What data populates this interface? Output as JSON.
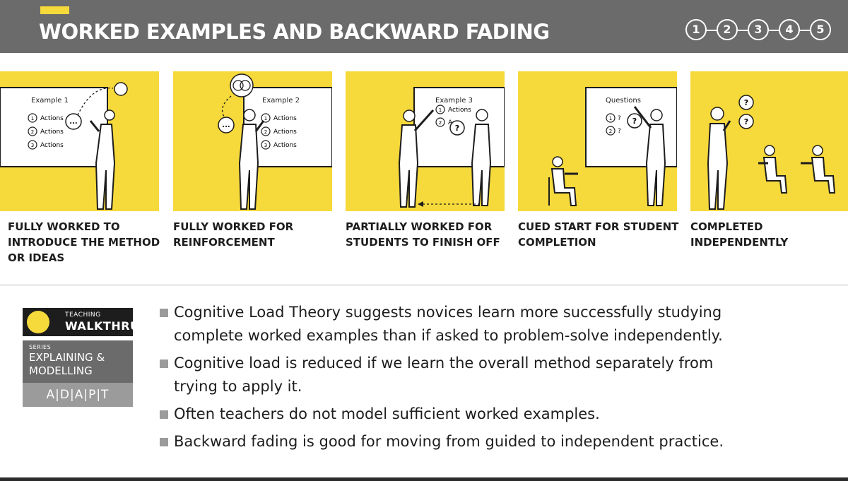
{
  "header": {
    "title": "WORKED EXAMPLES AND BACKWARD FADING",
    "steps": [
      "1",
      "2",
      "3",
      "4",
      "5"
    ]
  },
  "panels": [
    {
      "board_title": "Example 1",
      "board_items": [
        "Actions",
        "Actions",
        "Actions"
      ],
      "item_numbers": [
        "1",
        "2",
        "3"
      ],
      "bubble": "...",
      "caption": [
        "FULLY WORKED TO",
        "INTRODUCE THE METHOD",
        "OR IDEAS"
      ]
    },
    {
      "board_title": "Example 2",
      "board_items": [
        "Actions",
        "Actions",
        "Actions"
      ],
      "item_numbers": [
        "1",
        "2",
        "3"
      ],
      "bubble": "...",
      "caption": [
        "FULLY WORKED FOR",
        "REINFORCEMENT"
      ]
    },
    {
      "board_title": "Example 3",
      "board_items": [
        "Actions",
        "A"
      ],
      "item_numbers": [
        "1",
        "2"
      ],
      "bubble": "?",
      "caption": [
        "PARTIALLY WORKED FOR",
        "STUDENTS TO FINISH OFF"
      ]
    },
    {
      "board_title": "Questions",
      "board_items": [
        "?",
        "?"
      ],
      "item_numbers": [
        "1",
        "2"
      ],
      "bubble": "?",
      "caption": [
        "CUED START FOR  STUDENT",
        "COMPLETION"
      ]
    },
    {
      "bubbles": [
        "?",
        "?"
      ],
      "caption": [
        "COMPLETED",
        "INDEPENDENTLY"
      ]
    }
  ],
  "logo": {
    "teaching": "TEACHING",
    "walkthrus": "WALKTHRUS",
    "series": "SERIES",
    "series_line1": "EXPLAINING &",
    "series_line2": "MODELLING",
    "adapt": "A|D|A|P|T"
  },
  "bullets": [
    [
      "Cognitive Load Theory suggests novices learn more successfully studying",
      "complete worked examples  than if asked to problem-solve independently."
    ],
    [
      "Cognitive load is reduced if we learn the overall method separately from",
      "trying to apply it."
    ],
    [
      "Often teachers do not model sufficient worked examples."
    ],
    [
      "Backward fading is good for moving from guided to independent practice."
    ]
  ],
  "colors": {
    "yellow": "#f6d93b",
    "header_gray": "#6b6b6b",
    "ink": "#1d1d1d"
  }
}
